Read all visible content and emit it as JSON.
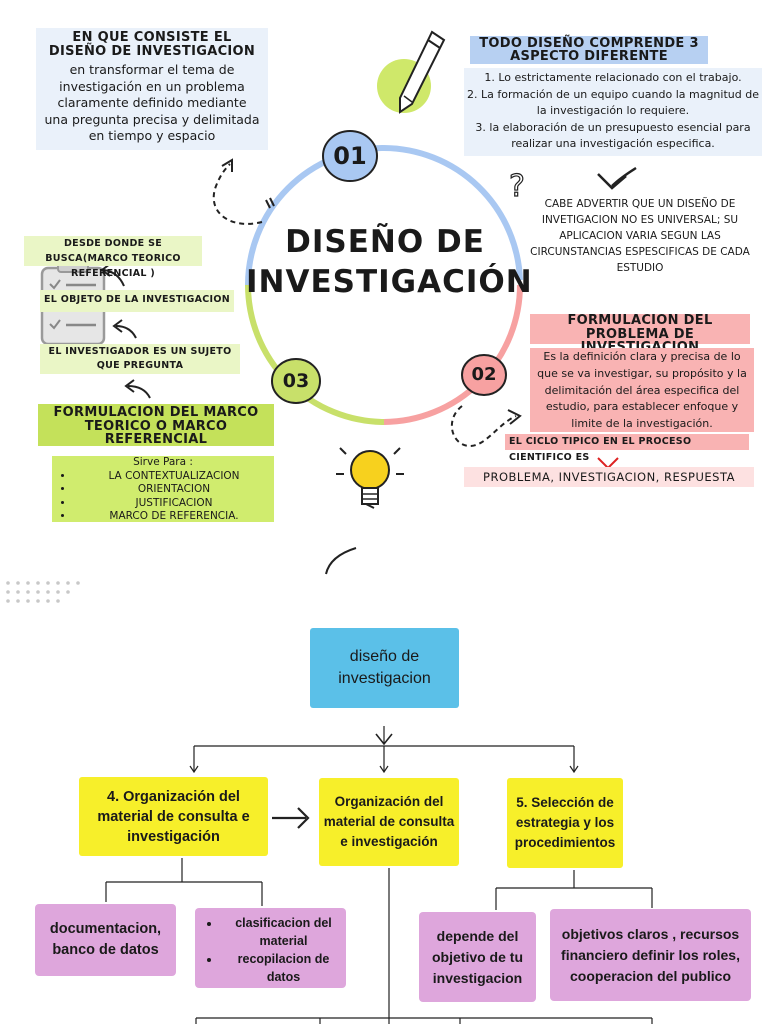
{
  "consiste": {
    "title": "EN QUE CONSISTE EL DISEÑO DE INVESTIGACION",
    "text": "en transformar  el tema de investigación en un problema claramente definido mediante una pregunta precisa y delimitada en tiempo y espacio"
  },
  "todo": {
    "title": "TODO DISEÑO COMPRENDE 3 ASPECTO DIFERENTE",
    "items": [
      "1.  Lo estrictamente relacionado con el trabajo.",
      "2. La formación de un equipo cuando la magnitud de la investigación lo requiere.",
      "3.  la elaboración de un  presupuesto esencial para realizar una investigación especifica."
    ]
  },
  "advertir": "CABE ADVERTIR QUE UN DISEÑO DE INVETIGACION NO ES UNIVERSAL; SU APLICACION VARIA SEGUN LAS CIRCUNSTANCIAS ESPESCIFICAS DE CADA ESTUDIO",
  "center": {
    "title": "DISEÑO DE INVESTIGACIÓN",
    "num1": "01",
    "num2": "02",
    "num3": "03"
  },
  "left": {
    "desde": "DESDE DONDE SE BUSCA(MARCO TEORICO REFERENCIAL )",
    "objeto": "EL OBJETO DE LA INVESTIGACION",
    "investigador": "EL INVESTIGADOR ES UN SUJETO QUE PREGUNTA",
    "marco_title": "FORMULACION DEL MARCO TEORICO O MARCO REFERENCIAL",
    "sirve": "Sirve Para :",
    "sirve_items": [
      "LA CONTEXTUALIZACION",
      "ORIENTACION",
      "JUSTIFICACION",
      "MARCO DE REFERENCIA."
    ]
  },
  "right": {
    "formul_title": "FORMULACION DEL PROBLEMA DE INVESTIGACION",
    "formul_text": "Es la definición clara y precisa de lo que se va investigar, su propósito y la delimitación del área especifica del estudio, para establecer enfoque y limite de la investigación.",
    "ciclo": "EL CICLO TIPICO EN EL PROCESO CIENTIFICO ES",
    "problema": "PROBLEMA, INVESTIGACION, RESPUESTA"
  },
  "flow": {
    "top": "diseño de investigacion",
    "left": "4. Organización del material de consulta e investigación",
    "mid": "Organización del material de consulta e investigación",
    "right": "5. Selección de estrategia y los procedimientos",
    "doc": "documentacion, banco de datos",
    "clas_items": [
      "clasificacion del material",
      "recopilacion de datos"
    ],
    "dep": "depende del objetivo de tu investigacion",
    "obj": "objetivos claros ,  recursos financiero definir los roles, cooperacion del publico"
  },
  "colors": {
    "blue_arc": "#a9c8f2",
    "pink_arc": "#f7a1a1",
    "lime_arc": "#c8e06a",
    "flow_blue": "#5bc0e8",
    "flow_yellow": "#f7ef2a",
    "flow_purple": "#dea6dc"
  }
}
